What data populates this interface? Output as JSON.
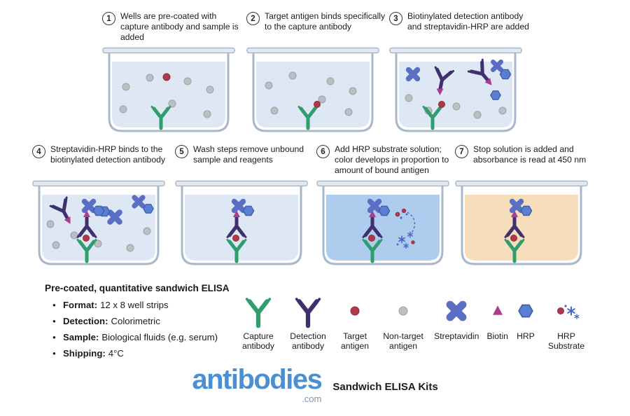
{
  "colors": {
    "capture_antibody": "#2f9e6e",
    "detection_antibody": "#40306f",
    "streptavidin": "#5a6ec4",
    "hrp": "#5b7fd0",
    "biotin": "#ad3a8d",
    "target_antigen": "#b13a4a",
    "non_target_antigen": "#bcbec2",
    "well_liquid": "#dde8f4",
    "substrate_liquid": "#aecdee",
    "stop_solution_liquid": "#f6debc",
    "logo_blue": "#4a8fd3"
  },
  "steps": [
    {
      "num": "1",
      "text": "Wells are pre-coated with capture antibody and sample is added"
    },
    {
      "num": "2",
      "text": "Target antigen binds specifically to the capture antibody"
    },
    {
      "num": "3",
      "text": "Biotinylated detection antibody and streptavidin-HRP are added"
    },
    {
      "num": "4",
      "text": "Streptavidin-HRP binds to the biotinylated detection antibody"
    },
    {
      "num": "5",
      "text": "Wash steps remove unbound sample and reagents"
    },
    {
      "num": "6",
      "text": "Add HRP substrate solution; color develops in proportion to amount of bound antigen"
    },
    {
      "num": "7",
      "text": "Stop solution is added and absorbance is read at 450 nm"
    }
  ],
  "info": {
    "title": "Pre-coated, quantitative sandwich ELISA",
    "bullets": [
      {
        "label": "Format:",
        "value": "12 x 8 well strips"
      },
      {
        "label": "Detection:",
        "value": "Colorimetric"
      },
      {
        "label": "Sample:",
        "value": "Biological fluids (e.g. serum)"
      },
      {
        "label": "Shipping:",
        "value": "4°C"
      }
    ]
  },
  "legend": {
    "items": [
      {
        "label": "Capture antibody"
      },
      {
        "label": "Detection antibody"
      },
      {
        "label": "Target antigen"
      },
      {
        "label": "Non-target antigen"
      },
      {
        "label": "Streptavidin"
      },
      {
        "label": "Biotin"
      },
      {
        "label": "HRP"
      },
      {
        "label": "HRP Substrate"
      }
    ]
  },
  "footer": {
    "logo_text": "antibodies",
    "logo_suffix": ".com",
    "kit_label": "Sandwich ELISA Kits"
  }
}
